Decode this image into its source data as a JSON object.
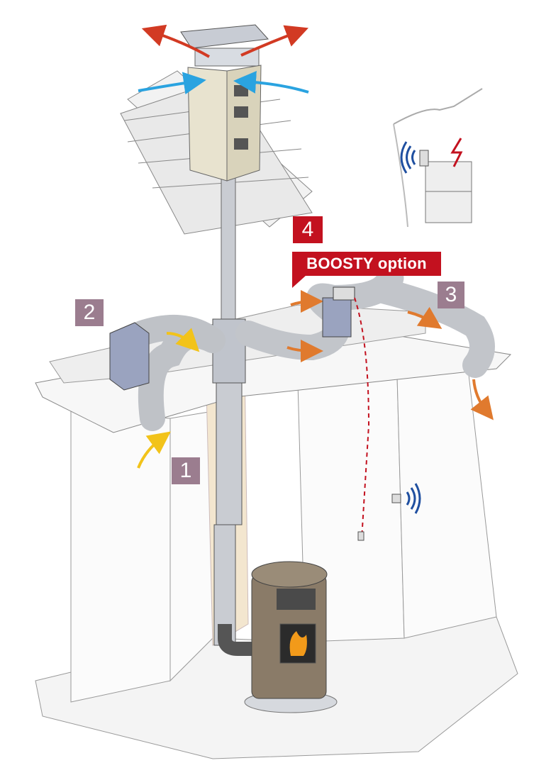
{
  "labels": {
    "one": "1",
    "two": "2",
    "three": "3",
    "four": "4",
    "boosty": "BOOSTY option"
  },
  "colors": {
    "label_mauve": "#9b7d8f",
    "label_red": "#c3111f",
    "arrow_hot": "#d23a23",
    "arrow_cold": "#2aa3e0",
    "arrow_intake": "#f2c31a",
    "arrow_warm": "#e07a2e",
    "wireless": "#1f4fa0"
  }
}
